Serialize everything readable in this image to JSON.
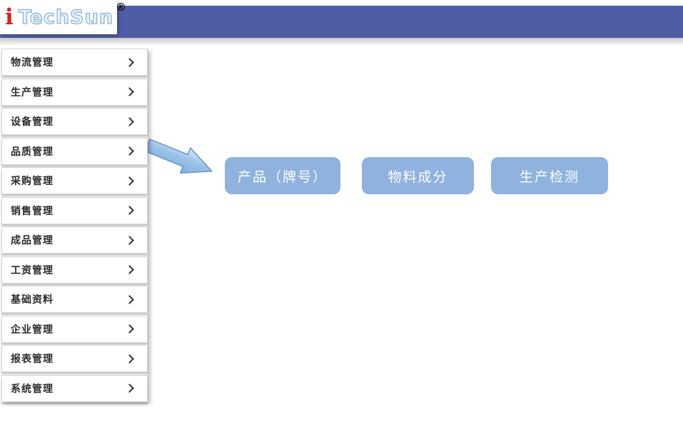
{
  "brand": {
    "icon_letter": "i",
    "name": "TechSun",
    "registered_mark": "®"
  },
  "colors": {
    "header_bar": "#4E5DA5",
    "tile_blue": "#8FB2DE",
    "logo_red": "#D9251C",
    "logo_outline_blue": "#8CB4DC",
    "arrow_blue": "#7FB0E0"
  },
  "sidebar": {
    "items": [
      {
        "label": "物流管理"
      },
      {
        "label": "生产管理"
      },
      {
        "label": "设备管理"
      },
      {
        "label": "品质管理"
      },
      {
        "label": "采购管理"
      },
      {
        "label": "销售管理"
      },
      {
        "label": "成品管理"
      },
      {
        "label": "工资管理"
      },
      {
        "label": "基础资料"
      },
      {
        "label": "企业管理"
      },
      {
        "label": "报表管理"
      },
      {
        "label": "系统管理"
      }
    ]
  },
  "main": {
    "tiles": [
      {
        "label": "产品（牌号）"
      },
      {
        "label": "物料成分"
      },
      {
        "label": "生产检测"
      }
    ]
  }
}
